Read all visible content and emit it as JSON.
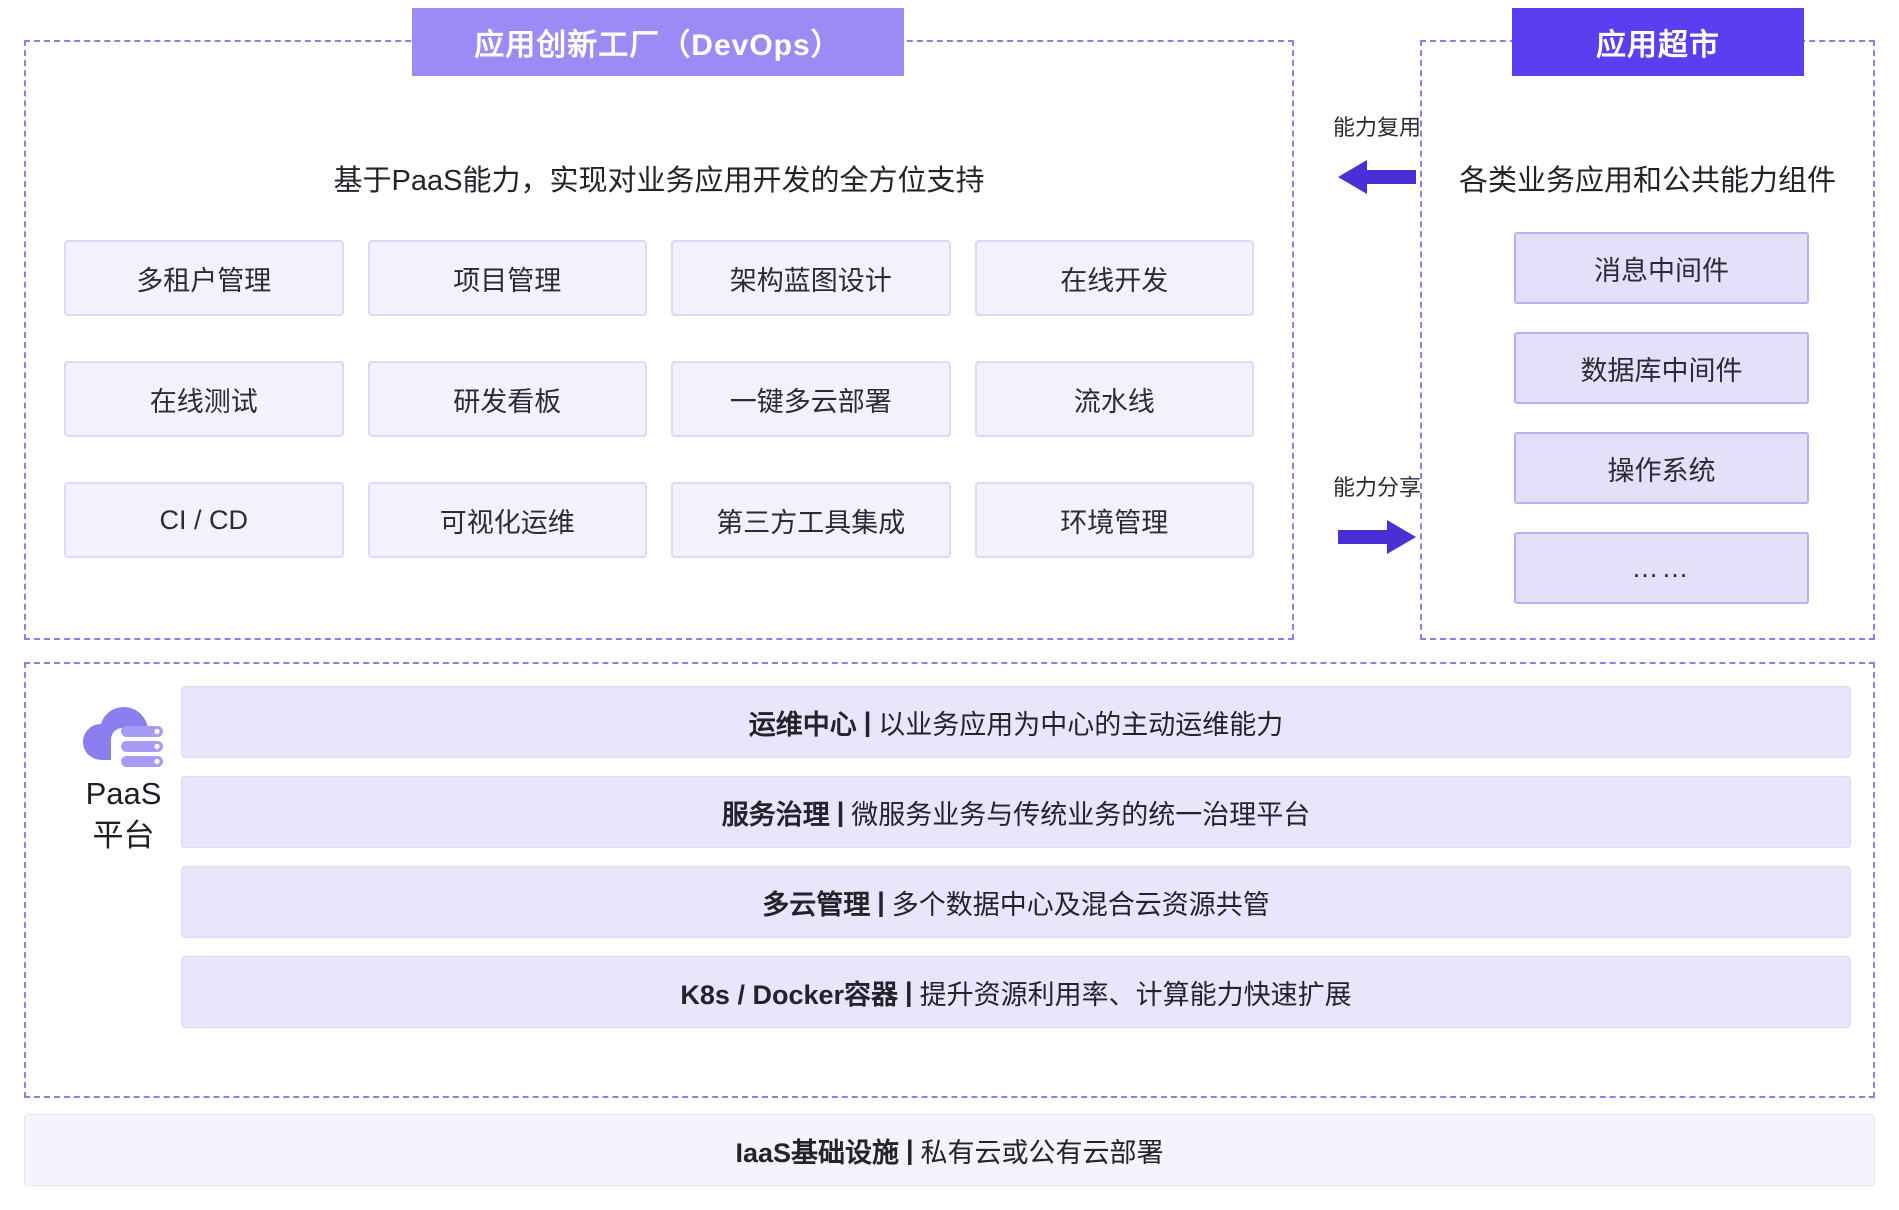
{
  "devops": {
    "badge": "应用创新工厂（DevOps）",
    "subtitle": "基于PaaS能力，实现对业务应用开发的全方位支持",
    "rows": [
      [
        "多租户管理",
        "项目管理",
        "架构蓝图设计",
        "在线开发"
      ],
      [
        "在线测试",
        "研发看板",
        "一键多云部署",
        "流水线"
      ],
      [
        "CI / CD",
        "可视化运维",
        "第三方工具集成",
        "环境管理"
      ]
    ]
  },
  "market": {
    "badge": "应用超市",
    "subtitle": "各类业务应用和公共能力组件",
    "items": [
      "消息中间件",
      "数据库中间件",
      "操作系统",
      "……"
    ]
  },
  "arrows": [
    {
      "label": "能力复用",
      "direction": "left",
      "icon": "arrow-left-icon"
    },
    {
      "label": "能力分享",
      "direction": "right",
      "icon": "arrow-right-icon"
    }
  ],
  "paas": {
    "logo_icon": "cloud-server-icon",
    "logo_line1": "PaaS",
    "logo_line2": "平台",
    "rows": [
      {
        "title": "运维中心",
        "separator": "|",
        "desc": "以业务应用为中心的主动运维能力"
      },
      {
        "title": "服务治理",
        "separator": "|",
        "desc": "微服务业务与传统业务的统一治理平台"
      },
      {
        "title": "多云管理",
        "separator": "|",
        "desc": "多个数据中心及混合云资源共管"
      },
      {
        "title": "K8s / Docker容器",
        "separator": "|",
        "desc": "提升资源利用率、计算能力快速扩展"
      }
    ]
  },
  "iaas": {
    "title": "IaaS基础设施",
    "separator": "|",
    "desc": "私有云或公有云部署"
  },
  "colors": {
    "devops_badge": "#9b8cf5",
    "market_badge": "#5b3ef0",
    "dashed_border": "#8b7ff0",
    "card_fill": "#f3f1fe",
    "card_border": "#ddd7fb",
    "market_card_fill": "#e4e0fa",
    "market_card_border": "#b8aef2",
    "paas_row_fill": "#e9e5fb",
    "arrow": "#4b2fd6"
  }
}
